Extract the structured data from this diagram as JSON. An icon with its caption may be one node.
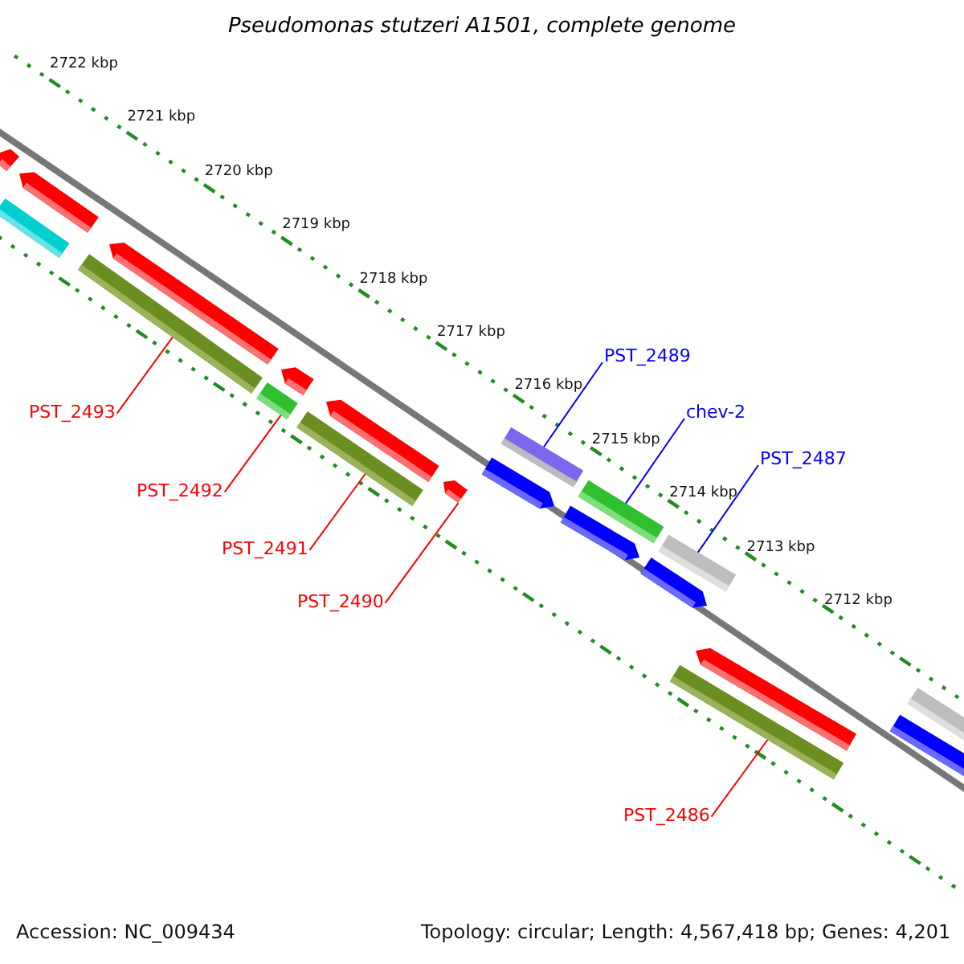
{
  "diagram": {
    "title": "Pseudomonas stutzeri A1501, complete genome",
    "nodes": [
      {
        "text": [
          "PST_2489"
        ]
      },
      {
        "text": [
          "chev-2"
        ]
      },
      {
        "text": [
          "PST_2493"
        ]
      },
      {
        "text": [
          "PST_2487"
        ]
      },
      {
        "text": [
          "PST_2492"
        ]
      },
      {
        "text": [
          "PST_2491"
        ]
      },
      {
        "text": [
          "PST_2490"
        ]
      },
      {
        "text": [
          "PST_2486"
        ]
      },
      {
        "text": [],
        "shape": "bar"
      },
      {
        "text": [],
        "shape": "bar"
      },
      {
        "text": [],
        "shape": "bar"
      },
      {
        "text": [],
        "shape": "bar"
      },
      {
        "text": [],
        "shape": "bar"
      },
      {
        "text": [],
        "shape": "bar"
      },
      {
        "text": [],
        "shape": "pentagon"
      },
      {
        "text": [],
        "shape": "bar"
      },
      {
        "text": [],
        "shape": "pentagon"
      },
      {
        "text": [],
        "shape": "pentagon"
      },
      {
        "text": [],
        "shape": "bar"
      },
      {
        "text": [],
        "shape": "pentagon"
      },
      {
        "text": [],
        "shape": "pentagon"
      },
      {
        "text": [],
        "shape": "pentagon"
      },
      {
        "text": [],
        "shape": "pentagon"
      },
      {
        "text": [],
        "shape": "pentagon"
      },
      {
        "text": [],
        "shape": "pentagon"
      },
      {
        "text": [],
        "shape": "pentagon"
      },
      {
        "text": [],
        "shape": "pentagon"
      },
      {
        "text": [],
        "shape": "bar"
      }
    ],
    "edges": [
      {
        "from": 0,
        "to": 8,
        "arrow": "none",
        "color": "#0000ff"
      },
      {
        "from": 1,
        "to": 9,
        "arrow": "none",
        "color": "#0000ff"
      },
      {
        "from": 2,
        "to": 10,
        "arrow": "none"
      },
      {
        "from": 3,
        "to": 11,
        "arrow": "none",
        "color": "#0000ff"
      },
      {
        "from": 4,
        "to": 12,
        "arrow": "none"
      },
      {
        "from": 5,
        "to": 13,
        "arrow": "none"
      },
      {
        "from": 6,
        "to": 14,
        "arrow": "none"
      },
      {
        "from": 7,
        "to": 15,
        "arrow": "none"
      }
    ],
    "labels": [
      "2722 kbp",
      "2721 kbp",
      "2720 kbp",
      "2719 kbp",
      "2718 kbp",
      "2717 kbp",
      "2716 kbp",
      "2715 kbp",
      "2714 kbp",
      "2713 kbp",
      "2712 kbp",
      "Accession: NC_009434",
      "Topology: circular; Length: 4,567,418 bp; Genes: 4,201"
    ]
  }
}
